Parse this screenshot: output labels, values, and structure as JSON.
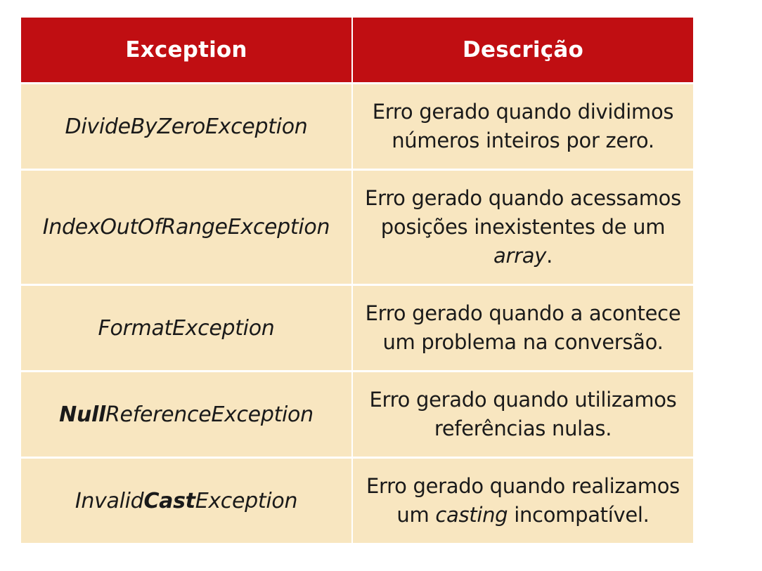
{
  "headers": {
    "exception": "Exception",
    "descricao": "Descrição"
  },
  "rows": [
    {
      "exception": {
        "pre": "DivideByZeroException",
        "bold": "",
        "post": ""
      },
      "description": {
        "line1": "Erro gerado quando dividimos",
        "line2": "números inteiros por zero.",
        "line3_italic": "",
        "line3_post": ""
      }
    },
    {
      "exception": {
        "pre": "IndexOutOfRangeException",
        "bold": "",
        "post": ""
      },
      "description": {
        "line1": "Erro gerado quando acessamos",
        "line2": "posições inexistentes de um",
        "line3_italic": "array",
        "line3_post": "."
      }
    },
    {
      "exception": {
        "pre": "FormatException",
        "bold": "",
        "post": ""
      },
      "description": {
        "line1": "Erro gerado quando a acontece",
        "line2": "um problema na conversão.",
        "line3_italic": "",
        "line3_post": ""
      }
    },
    {
      "exception": {
        "pre": "",
        "bold": "Null",
        "post": "ReferenceException"
      },
      "description": {
        "line1": "Erro gerado quando utilizamos",
        "line2": "referências nulas.",
        "line3_italic": "",
        "line3_post": ""
      }
    },
    {
      "exception": {
        "pre": "Invalid",
        "bold": "Cast",
        "post": "Exception"
      },
      "description": {
        "line1": "Erro gerado quando realizamos",
        "line2_pre": "um ",
        "line2_italic": "casting",
        "line2_post": " incompatível."
      }
    }
  ],
  "colors": {
    "header_bg": "#c00e12",
    "row_bg": "#f8e6c0"
  }
}
